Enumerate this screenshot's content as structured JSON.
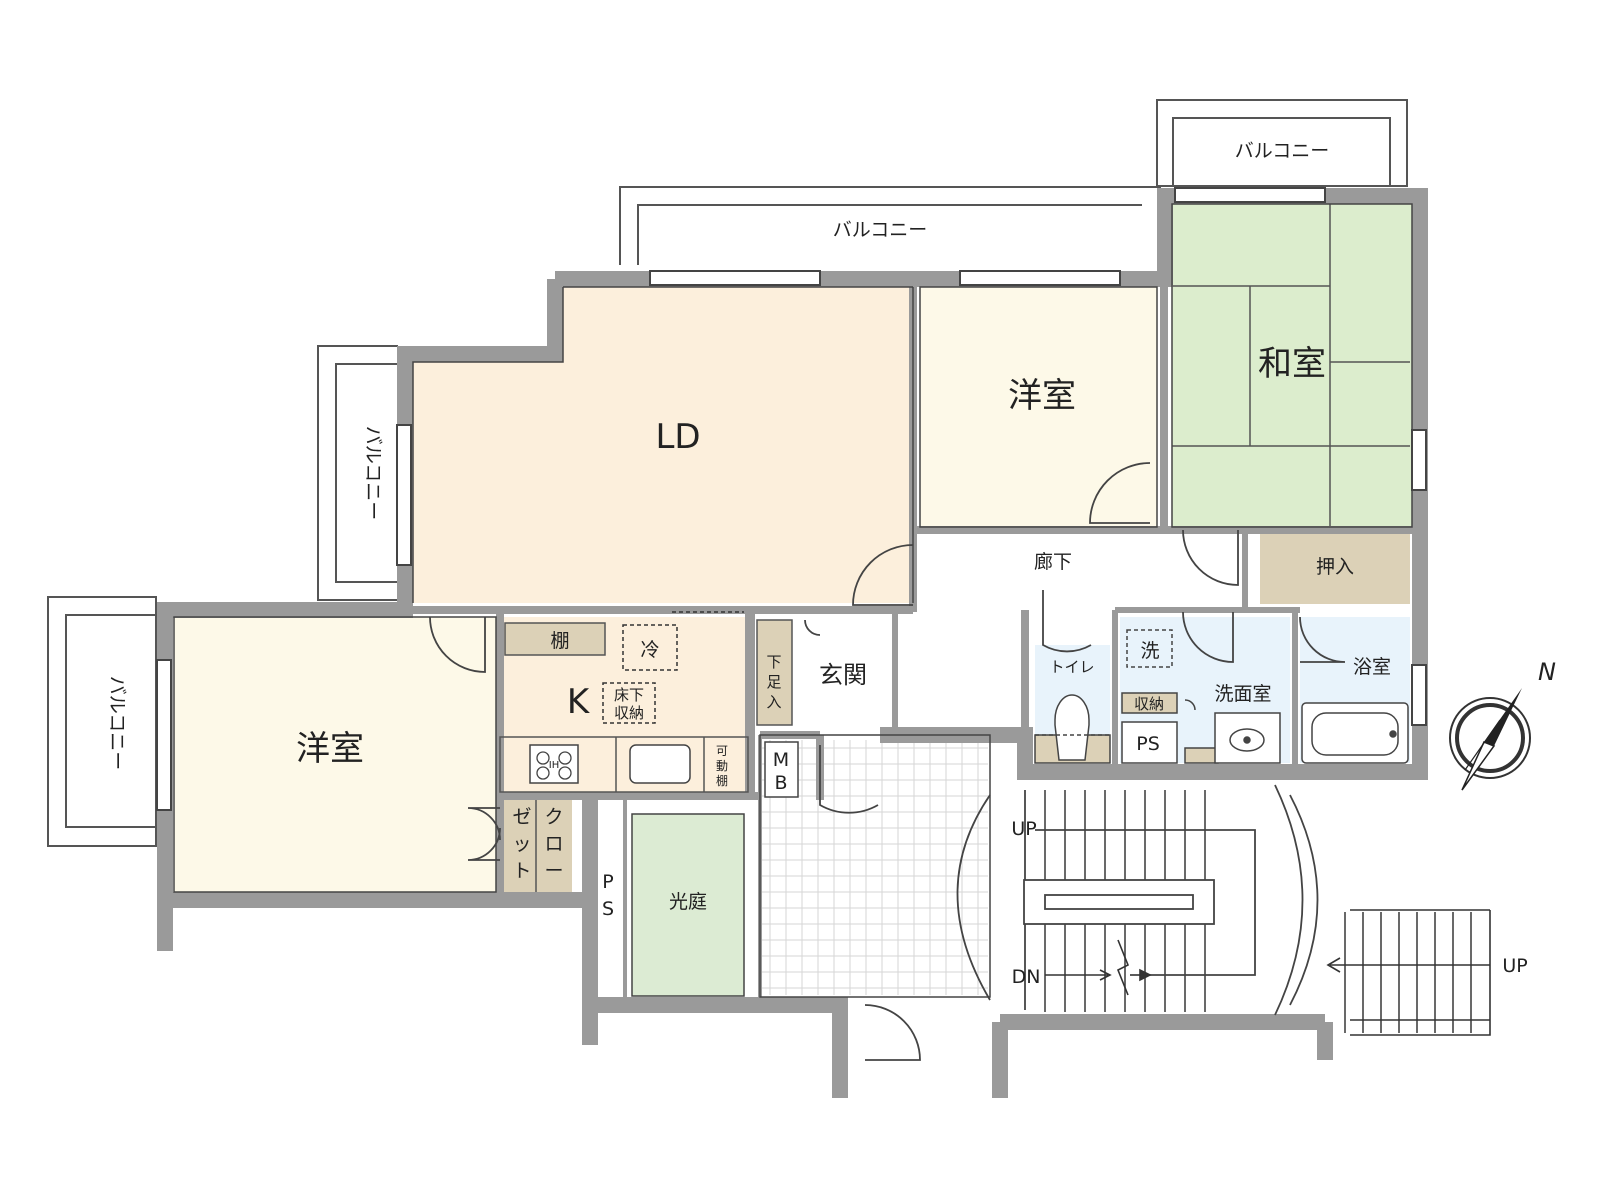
{
  "colors": {
    "wall": "#9a9a9a",
    "living": "#fcefdc",
    "western": "#fdf9e8",
    "japanese": "#dcedcd",
    "wet": "#e8f3fb",
    "storage": "#dcd1b7",
    "courtyard": "#dcebd3",
    "tile_grid": "#d6d6d6"
  },
  "rooms": {
    "ld": "LD",
    "western_right": "洋室",
    "japanese": "和室",
    "western_left": "洋室",
    "kitchen": "K",
    "hall": "廊下",
    "entrance": "玄関",
    "toilet": "トイレ",
    "washroom": "洗面室",
    "bath": "浴室",
    "closet_jp": "押入",
    "courtyard": "光庭"
  },
  "balconies": {
    "top": "バルコニー",
    "top_right": "バルコニー",
    "left_upper": "バルコニー",
    "left_lower": "バルコニー"
  },
  "fixtures": {
    "shelf": "棚",
    "fridge": "冷",
    "underfloor_1": "床下",
    "underfloor_2": "収納",
    "stove": "IH",
    "movable_1": "可",
    "movable_2": "動",
    "movable_3": "棚",
    "shoe_1": "下",
    "shoe_2": "足",
    "shoe_3": "入",
    "mb_1": "M",
    "mb_2": "B",
    "closet_col1_1": "ゼ",
    "closet_col1_2": "ッ",
    "closet_col1_3": "ト",
    "closet_col2_1": "ク",
    "closet_col2_2": "ロ",
    "closet_col2_3": "ー",
    "ps_left_1": "P",
    "ps_left_2": "S",
    "ps_right": "PS",
    "washer": "洗",
    "storage_small": "収納"
  },
  "stairs": {
    "up_top": "UP",
    "dn": "DN",
    "up_right": "UP"
  },
  "compass": {
    "north": "N"
  }
}
